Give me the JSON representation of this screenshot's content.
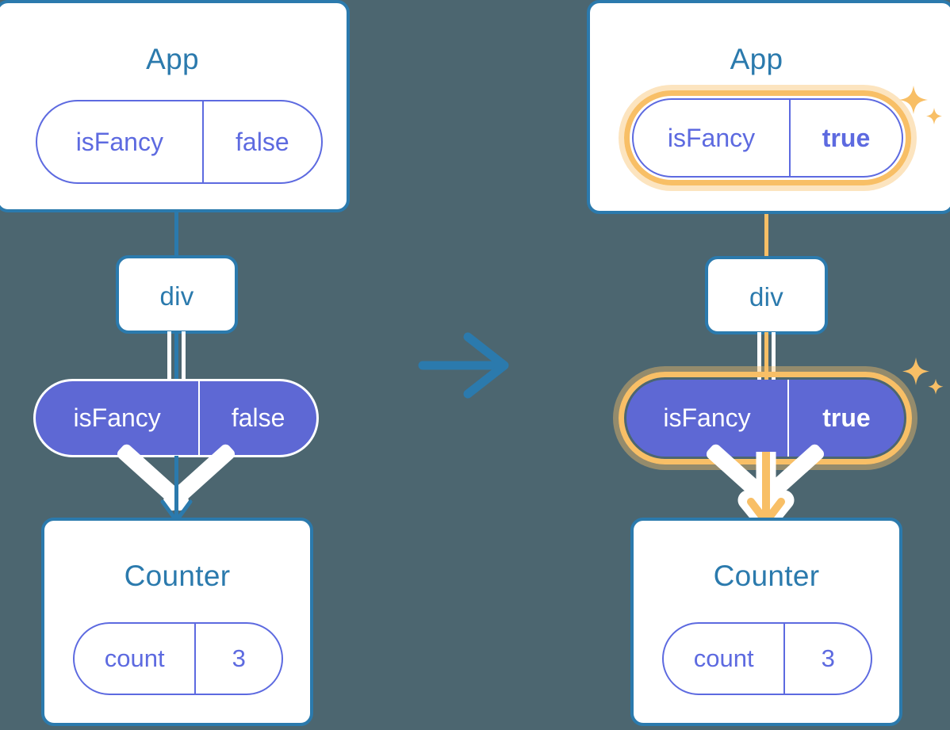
{
  "meta": {
    "title": "React state propagation diagram (before and after)",
    "background_color": "#4c6670"
  },
  "colors": {
    "card_border": "#2b7aad",
    "card_title": "#2b7aad",
    "pill_outline": "#5d6ae0",
    "pill_solid": "#5e68d4",
    "highlight": "#f8bf66",
    "highlight_soft": "#fbe2b6",
    "arrow_white": "#ffffff",
    "pale_line": "#cfd6f3"
  },
  "before": {
    "app": {
      "title": "App",
      "state": {
        "key": "isFancy",
        "value": "false",
        "highlighted": false
      }
    },
    "div": {
      "label": "div"
    },
    "prop": {
      "key": "isFancy",
      "value": "false",
      "highlighted": false
    },
    "counter": {
      "title": "Counter",
      "state": {
        "key": "count",
        "value": "3",
        "highlighted": false
      }
    }
  },
  "transition": {
    "icon": "arrow-right-icon"
  },
  "after": {
    "app": {
      "title": "App",
      "state": {
        "key": "isFancy",
        "value": "true",
        "highlighted": true
      }
    },
    "div": {
      "label": "div"
    },
    "prop": {
      "key": "isFancy",
      "value": "true",
      "highlighted": true
    },
    "counter": {
      "title": "Counter",
      "state": {
        "key": "count",
        "value": "3",
        "highlighted": false
      }
    },
    "sparkles": [
      {
        "name": "sparkle-large-icon"
      },
      {
        "name": "sparkle-small-icon"
      }
    ]
  }
}
